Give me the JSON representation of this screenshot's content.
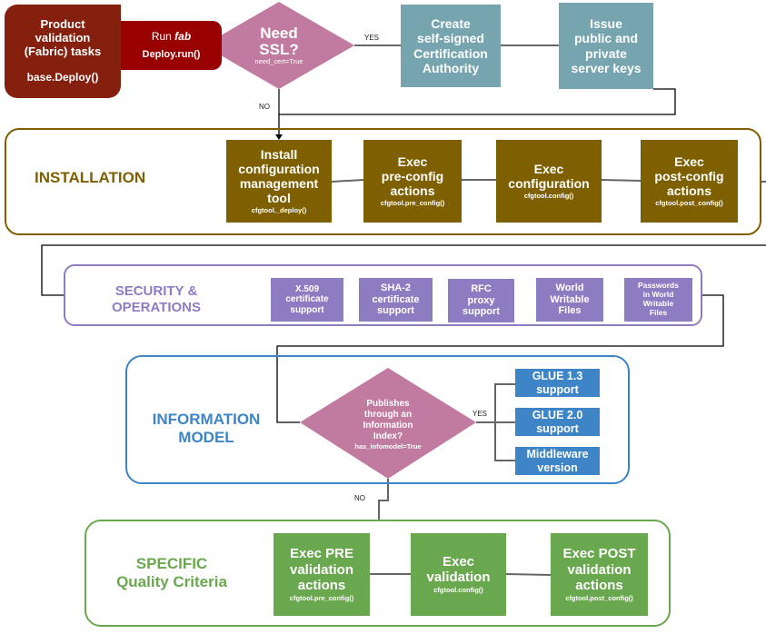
{
  "start": {
    "title_lines": [
      "Product",
      "validation",
      "(Fabric) tasks"
    ],
    "code": "base.Deploy()"
  },
  "run": {
    "prefix": "Run",
    "tool": "fab",
    "code": "Deploy.run()"
  },
  "ssl_decision": {
    "title_lines": [
      "Need",
      "SSL?"
    ],
    "code": "need_cert=True",
    "yes": "YES",
    "no": "NO"
  },
  "ssl_steps": [
    {
      "lines": [
        "Create",
        "self-signed",
        "Certification",
        "Authority"
      ]
    },
    {
      "lines": [
        "Issue",
        "public and",
        "private",
        "server keys"
      ]
    }
  ],
  "installation": {
    "label": "INSTALLATION",
    "steps": [
      {
        "lines": [
          "Install",
          "configuration",
          "management",
          "tool"
        ],
        "code": "cfgtool._deploy()"
      },
      {
        "lines": [
          "Exec",
          "pre-config",
          "actions"
        ],
        "code": "cfgtool.pre_config()"
      },
      {
        "lines": [
          "Exec",
          "configuration"
        ],
        "code": "cfgtool.config()"
      },
      {
        "lines": [
          "Exec",
          "post-config",
          "actions"
        ],
        "code": "cfgtool.post_config()"
      }
    ]
  },
  "security": {
    "label_lines": [
      "SECURITY &",
      "OPERATIONS"
    ],
    "items": [
      {
        "lines": [
          "X.509",
          "certificate",
          "support"
        ]
      },
      {
        "lines": [
          "SHA-2",
          "certificate",
          "support"
        ]
      },
      {
        "lines": [
          "RFC",
          "proxy",
          "support"
        ]
      },
      {
        "lines": [
          "World",
          "Writable",
          "Files"
        ]
      },
      {
        "lines": [
          "Passwords",
          "in World",
          "Writable",
          "Files"
        ]
      }
    ]
  },
  "information": {
    "label_lines": [
      "INFORMATION",
      "MODEL"
    ],
    "decision": {
      "lines": [
        "Publishes",
        "through an",
        "Information",
        "Index?"
      ],
      "code": "has_infomodel=True",
      "yes": "YES",
      "no": "NO"
    },
    "items": [
      {
        "lines": [
          "GLUE 1.3",
          "support"
        ]
      },
      {
        "lines": [
          "GLUE 2.0",
          "support"
        ]
      },
      {
        "lines": [
          "Middleware",
          "version"
        ]
      }
    ]
  },
  "specific": {
    "label_lines": [
      "SPECIFIC",
      "Quality Criteria"
    ],
    "steps": [
      {
        "lines": [
          "Exec PRE",
          "validation",
          "actions"
        ],
        "code": "cfgtool.pre_config()"
      },
      {
        "lines": [
          "Exec",
          "validation"
        ],
        "code": "cfgtool.config()"
      },
      {
        "lines": [
          "Exec POST",
          "validation",
          "actions"
        ],
        "code": "cfgtool.post_config()"
      }
    ]
  },
  "colors": {
    "start": "#851f0e",
    "run": "#990000",
    "decision": "#c27ba0",
    "ssl": "#76a5af",
    "installation": "#7f6000",
    "security": "#8e7cc3",
    "information": "#3d85c6",
    "specific": "#6aa84f"
  }
}
